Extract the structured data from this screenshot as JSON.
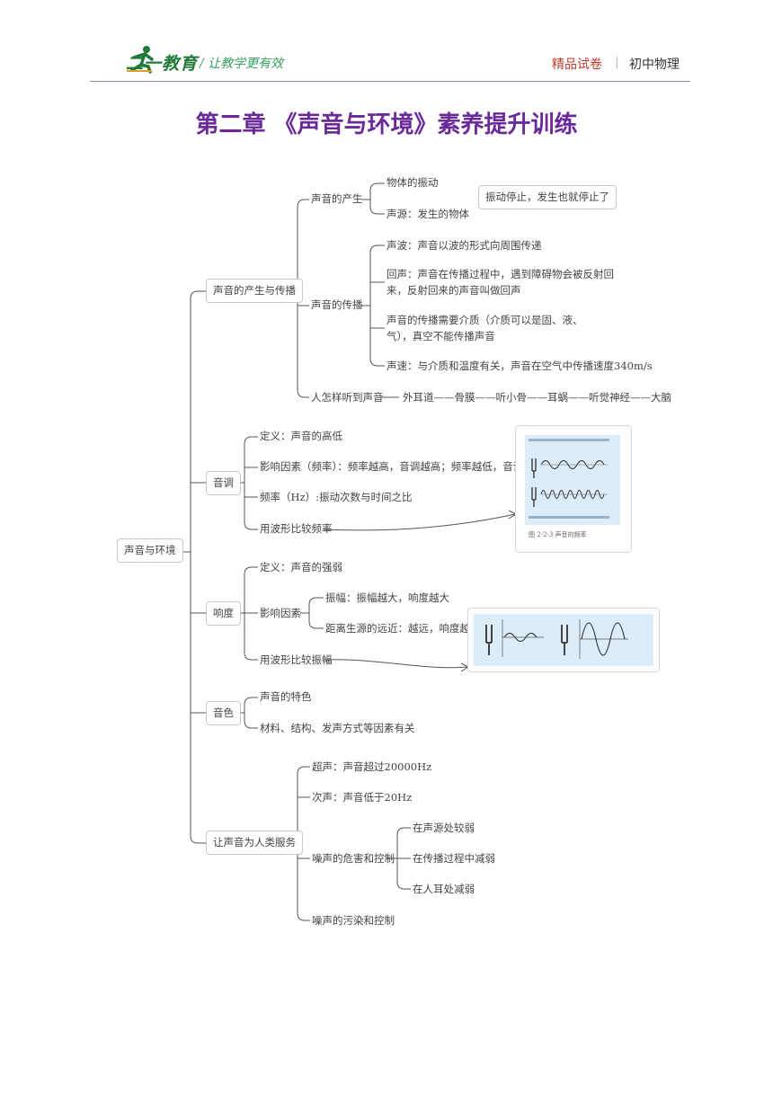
{
  "header": {
    "logo_text": "二一教育",
    "slogan": "/ 让教学更有效",
    "category": "精品试卷",
    "separator": "|",
    "subject": "初中物理"
  },
  "title": "第二章 《声音与环境》素养提升训练",
  "mindmap": {
    "root": "声音与环境",
    "production": {
      "label": "声音的产生与传播",
      "gen": {
        "label": "声音的产生",
        "items": [
          "物体的振动",
          "声源：发生的物体"
        ],
        "note": "振动停止，发生也就停止了"
      },
      "prop": {
        "label": "声音的传播",
        "items": [
          "声波：声音以波的形式向周围传递",
          "回声：声音在传播过程中，遇到障碍物会被反射回",
          "来，反射回来的声音叫做回声",
          "声音的传播需要介质（介质可以是固、液、",
          "气），真空不能传播声音",
          "声速：与介质和温度有关，声音在空气中传播速度340m/s"
        ]
      },
      "hearing": {
        "label": "人怎样听到声音",
        "path": "外耳道——骨膜——听小骨——耳蜗——听觉神经——大脑"
      }
    },
    "pitch": {
      "label": "音调",
      "items": [
        "定义：声音的高低",
        "影响因素（频率）：频率越高，音调越高；频率越低，音调越低",
        "频率（Hz）:振动次数与时间之比",
        "用波形比较频率"
      ],
      "figure_caption": "图 2-2-3 声音的频率"
    },
    "loudness": {
      "label": "响度",
      "items": [
        "定义：声音的强弱",
        "影响因素",
        "用波形比较振幅"
      ],
      "factors": [
        "振幅：振幅越大，响度越大",
        "距离生源的远近：越远，响度越小"
      ]
    },
    "timbre": {
      "label": "音色",
      "items": [
        "声音的特色",
        "材料、结构、发声方式等因素有关"
      ]
    },
    "service": {
      "label": "让声音为人类服务",
      "items": [
        "超声：声音超过20000Hz",
        "次声：声音低于20Hz",
        "噪声的危害和控制",
        "噪声的污染和控制"
      ],
      "noise_control": [
        "在声源处较弱",
        "在传播过程中减弱",
        "在人耳处减弱"
      ]
    }
  },
  "colors": {
    "title": "#6a2a9a",
    "logo": "#1f7a3a",
    "category": "#c0392b",
    "rule": "#9e8ad0",
    "line": "#555555",
    "wave_bg": "#dcecf8"
  }
}
